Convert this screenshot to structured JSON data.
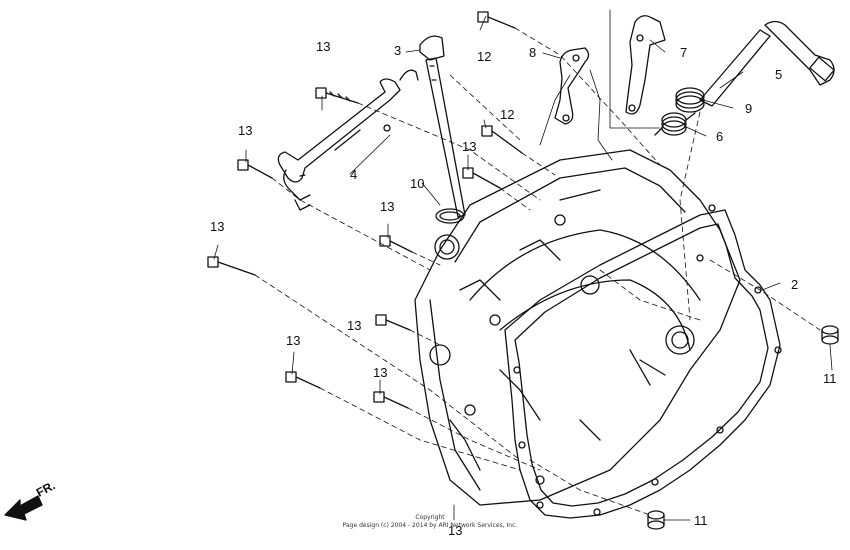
{
  "callouts": {
    "c13a": "13",
    "c13b": "13",
    "c13c": "13",
    "c13d": "13",
    "c13e": "13",
    "c13f": "13",
    "c13g": "13",
    "c13h": "13",
    "c13i": "13",
    "c12a": "12",
    "c12b": "12",
    "c3": "3",
    "c4": "4",
    "c8": "8",
    "c7": "7",
    "c5": "5",
    "c9": "9",
    "c6": "6",
    "c10": "10",
    "c2": "2",
    "c11a": "11",
    "c11b": "11"
  },
  "direction_label": "FR.",
  "copyright": {
    "line1": "Copyright",
    "line2": "Page design (c) 2004 - 2014 by ARI Network Services, Inc."
  }
}
